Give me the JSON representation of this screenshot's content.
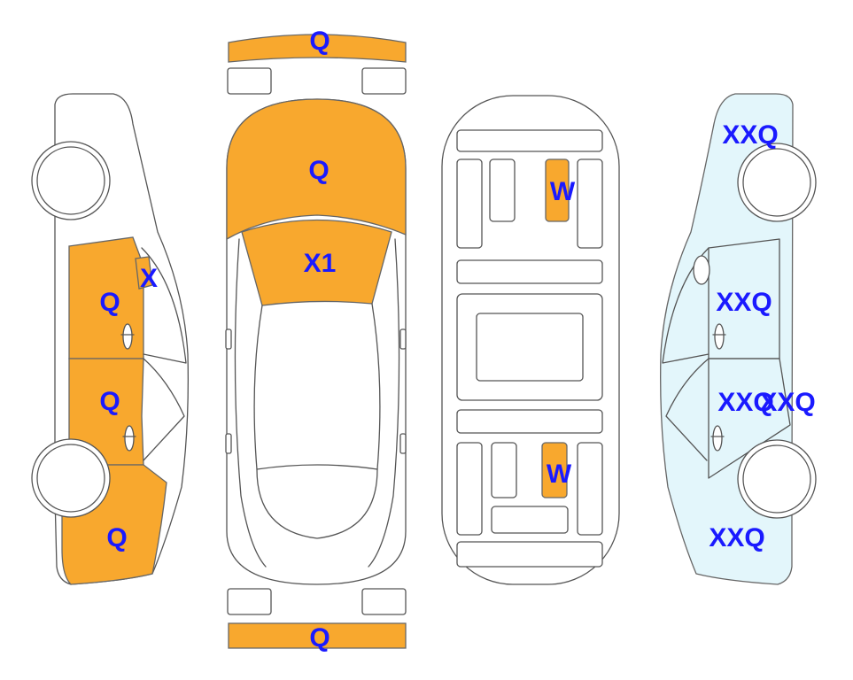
{
  "colors": {
    "damage_fill": "#f8a82e",
    "inspection_fill": "#e3f6fb",
    "label_text": "#1a1aff",
    "outline": "#555555"
  },
  "labels": {
    "front_bumper": "Q",
    "hood": "Q",
    "windshield": "X1",
    "roof_front": "W",
    "roof_rear": "W",
    "rear_bumper": "Q",
    "left_front_door": "Q",
    "left_mirror": "X",
    "left_rear_door": "Q",
    "left_rear_fender": "Q",
    "right_front_fender": "XXQ",
    "right_front_door": "XXQ",
    "right_rear_door": "XXQ",
    "right_rear_door_2": "XXQ",
    "right_rear_fender": "XXQ"
  }
}
